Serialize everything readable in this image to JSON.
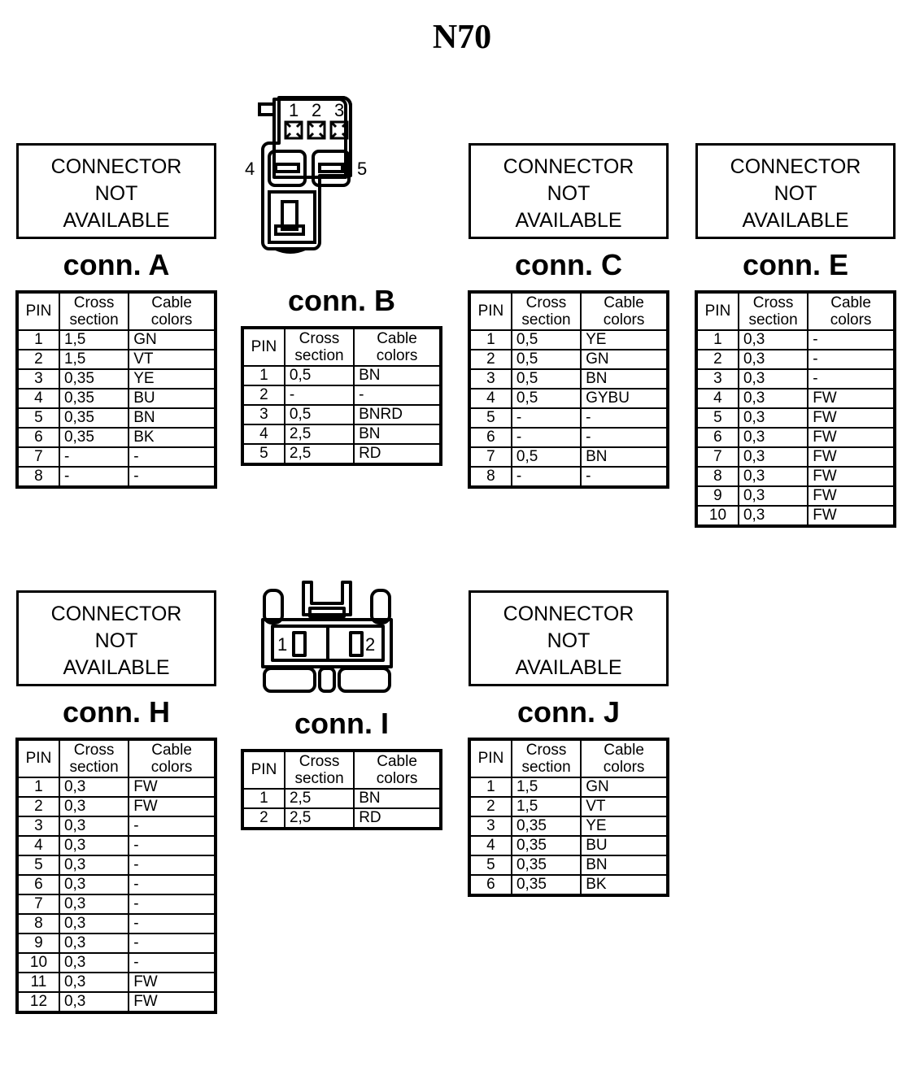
{
  "title": "N70",
  "not_available_text": {
    "line1": "CONNECTOR",
    "line2": "NOT",
    "line3": "AVAILABLE"
  },
  "table_headers": {
    "pin": "PIN",
    "cross": "Cross section",
    "cross_l1": "Cross",
    "cross_l2": "section",
    "colors_l1": "Cable",
    "colors_l2": "colors"
  },
  "connectors": [
    {
      "id": "A",
      "caption": "conn. A",
      "art": "not-available",
      "rows": [
        {
          "pin": "1",
          "cross": "1,5",
          "color": "GN"
        },
        {
          "pin": "2",
          "cross": "1,5",
          "color": "VT"
        },
        {
          "pin": "3",
          "cross": "0,35",
          "color": "YE"
        },
        {
          "pin": "4",
          "cross": "0,35",
          "color": "BU"
        },
        {
          "pin": "5",
          "cross": "0,35",
          "color": "BN"
        },
        {
          "pin": "6",
          "cross": "0,35",
          "color": "BK"
        },
        {
          "pin": "7",
          "cross": "-",
          "color": "-"
        },
        {
          "pin": "8",
          "cross": "-",
          "color": "-"
        }
      ]
    },
    {
      "id": "B",
      "caption": "conn. B",
      "art": "connector-drawing-b",
      "art_pin_labels": [
        "1",
        "2",
        "3",
        "4",
        "5"
      ],
      "rows": [
        {
          "pin": "1",
          "cross": "0,5",
          "color": "BN"
        },
        {
          "pin": "2",
          "cross": "-",
          "color": "-"
        },
        {
          "pin": "3",
          "cross": "0,5",
          "color": "BNRD"
        },
        {
          "pin": "4",
          "cross": "2,5",
          "color": "BN"
        },
        {
          "pin": "5",
          "cross": "2,5",
          "color": "RD"
        }
      ]
    },
    {
      "id": "C",
      "caption": "conn. C",
      "art": "not-available",
      "rows": [
        {
          "pin": "1",
          "cross": "0,5",
          "color": "YE"
        },
        {
          "pin": "2",
          "cross": "0,5",
          "color": "GN"
        },
        {
          "pin": "3",
          "cross": "0,5",
          "color": "BN"
        },
        {
          "pin": "4",
          "cross": "0,5",
          "color": "GYBU"
        },
        {
          "pin": "5",
          "cross": "-",
          "color": "-"
        },
        {
          "pin": "6",
          "cross": "-",
          "color": "-"
        },
        {
          "pin": "7",
          "cross": "0,5",
          "color": "BN"
        },
        {
          "pin": "8",
          "cross": "-",
          "color": "-"
        }
      ]
    },
    {
      "id": "E",
      "caption": "conn. E",
      "art": "not-available",
      "rows": [
        {
          "pin": "1",
          "cross": "0,3",
          "color": "-"
        },
        {
          "pin": "2",
          "cross": "0,3",
          "color": "-"
        },
        {
          "pin": "3",
          "cross": "0,3",
          "color": "-"
        },
        {
          "pin": "4",
          "cross": "0,3",
          "color": "FW"
        },
        {
          "pin": "5",
          "cross": "0,3",
          "color": "FW"
        },
        {
          "pin": "6",
          "cross": "0,3",
          "color": "FW"
        },
        {
          "pin": "7",
          "cross": "0,3",
          "color": "FW"
        },
        {
          "pin": "8",
          "cross": "0,3",
          "color": "FW"
        },
        {
          "pin": "9",
          "cross": "0,3",
          "color": "FW"
        },
        {
          "pin": "10",
          "cross": "0,3",
          "color": "FW"
        }
      ]
    },
    {
      "id": "H",
      "caption": "conn. H",
      "art": "not-available",
      "rows": [
        {
          "pin": "1",
          "cross": "0,3",
          "color": "FW"
        },
        {
          "pin": "2",
          "cross": "0,3",
          "color": "FW"
        },
        {
          "pin": "3",
          "cross": "0,3",
          "color": "-"
        },
        {
          "pin": "4",
          "cross": "0,3",
          "color": "-"
        },
        {
          "pin": "5",
          "cross": "0,3",
          "color": "-"
        },
        {
          "pin": "6",
          "cross": "0,3",
          "color": "-"
        },
        {
          "pin": "7",
          "cross": "0,3",
          "color": "-"
        },
        {
          "pin": "8",
          "cross": "0,3",
          "color": "-"
        },
        {
          "pin": "9",
          "cross": "0,3",
          "color": "-"
        },
        {
          "pin": "10",
          "cross": "0,3",
          "color": "-"
        },
        {
          "pin": "11",
          "cross": "0,3",
          "color": "FW"
        },
        {
          "pin": "12",
          "cross": "0,3",
          "color": "FW"
        }
      ]
    },
    {
      "id": "I",
      "caption": "conn. I",
      "art": "connector-drawing-i",
      "art_pin_labels": [
        "1",
        "2"
      ],
      "rows": [
        {
          "pin": "1",
          "cross": "2,5",
          "color": "BN"
        },
        {
          "pin": "2",
          "cross": "2,5",
          "color": "RD"
        }
      ]
    },
    {
      "id": "J",
      "caption": "conn. J",
      "art": "not-available",
      "rows": [
        {
          "pin": "1",
          "cross": "1,5",
          "color": "GN"
        },
        {
          "pin": "2",
          "cross": "1,5",
          "color": "VT"
        },
        {
          "pin": "3",
          "cross": "0,35",
          "color": "YE"
        },
        {
          "pin": "4",
          "cross": "0,35",
          "color": "BU"
        },
        {
          "pin": "5",
          "cross": "0,35",
          "color": "BN"
        },
        {
          "pin": "6",
          "cross": "0,35",
          "color": "BK"
        }
      ]
    }
  ],
  "colors": {
    "ink": "#000000",
    "paper": "#ffffff"
  }
}
